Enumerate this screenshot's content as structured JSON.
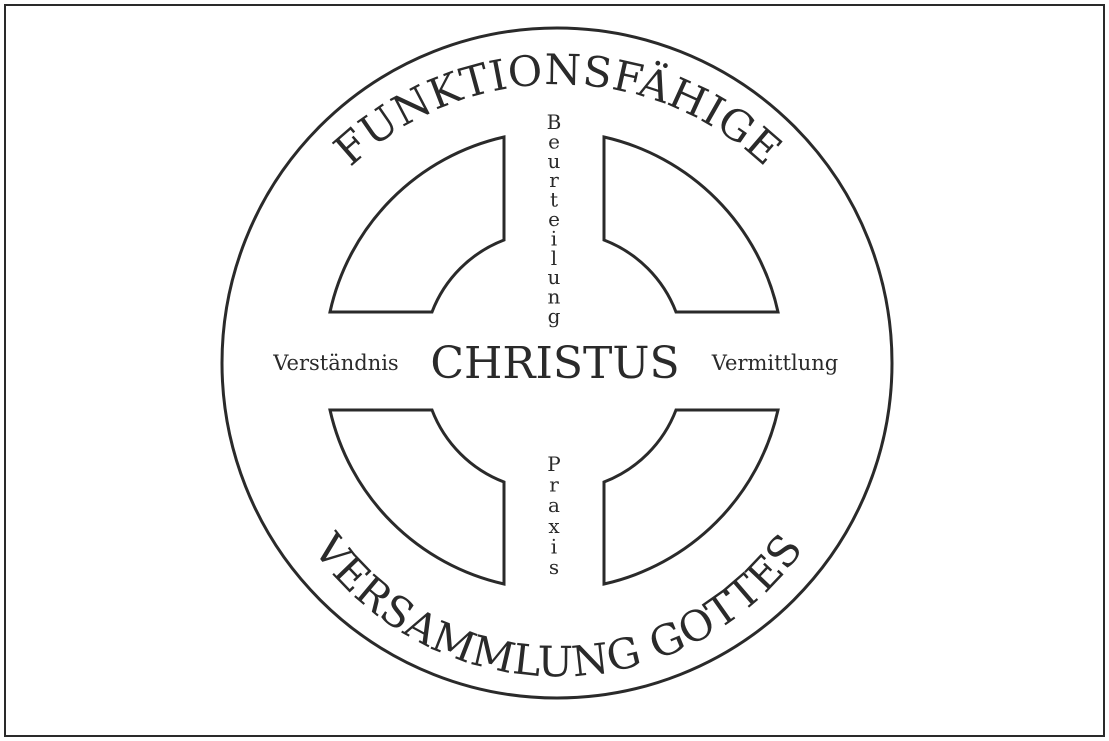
{
  "diagram": {
    "top_arc": "FUNKTIONSFÄHIGE",
    "bottom_arc": "VERSAMMLUNG GOTTES",
    "center": "CHRISTUS",
    "left": "Verständnis",
    "right": "Vermittlung",
    "top_vertical": "Beurteilung",
    "bottom_vertical": "Praxis"
  },
  "colors": {
    "ink": "#2a2a2a",
    "background": "#ffffff"
  }
}
